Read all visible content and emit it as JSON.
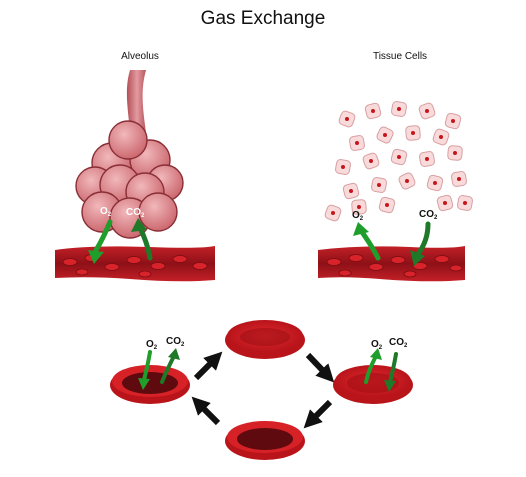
{
  "title": "Gas Exchange",
  "alveolus": {
    "label": "Alveolus",
    "o2": "O",
    "o2_sub": "2",
    "co2": "CO",
    "co2_sub": "2"
  },
  "tissue": {
    "label": "Tissue Cells",
    "o2": "O",
    "o2_sub": "2",
    "co2": "CO",
    "co2_sub": "2"
  },
  "cycle_left": {
    "o2": "O",
    "o2_sub": "2",
    "co2": "CO",
    "co2_sub": "2"
  },
  "cycle_right": {
    "o2": "O",
    "o2_sub": "2",
    "co2": "CO",
    "co2_sub": "2"
  },
  "colors": {
    "blood_dark": "#8e1017",
    "blood": "#c4161c",
    "lung_pink": "#d97a80",
    "cell_fill": "#f8dada",
    "arrow_green": "#1f9e2b",
    "arrow_black": "#111111"
  }
}
